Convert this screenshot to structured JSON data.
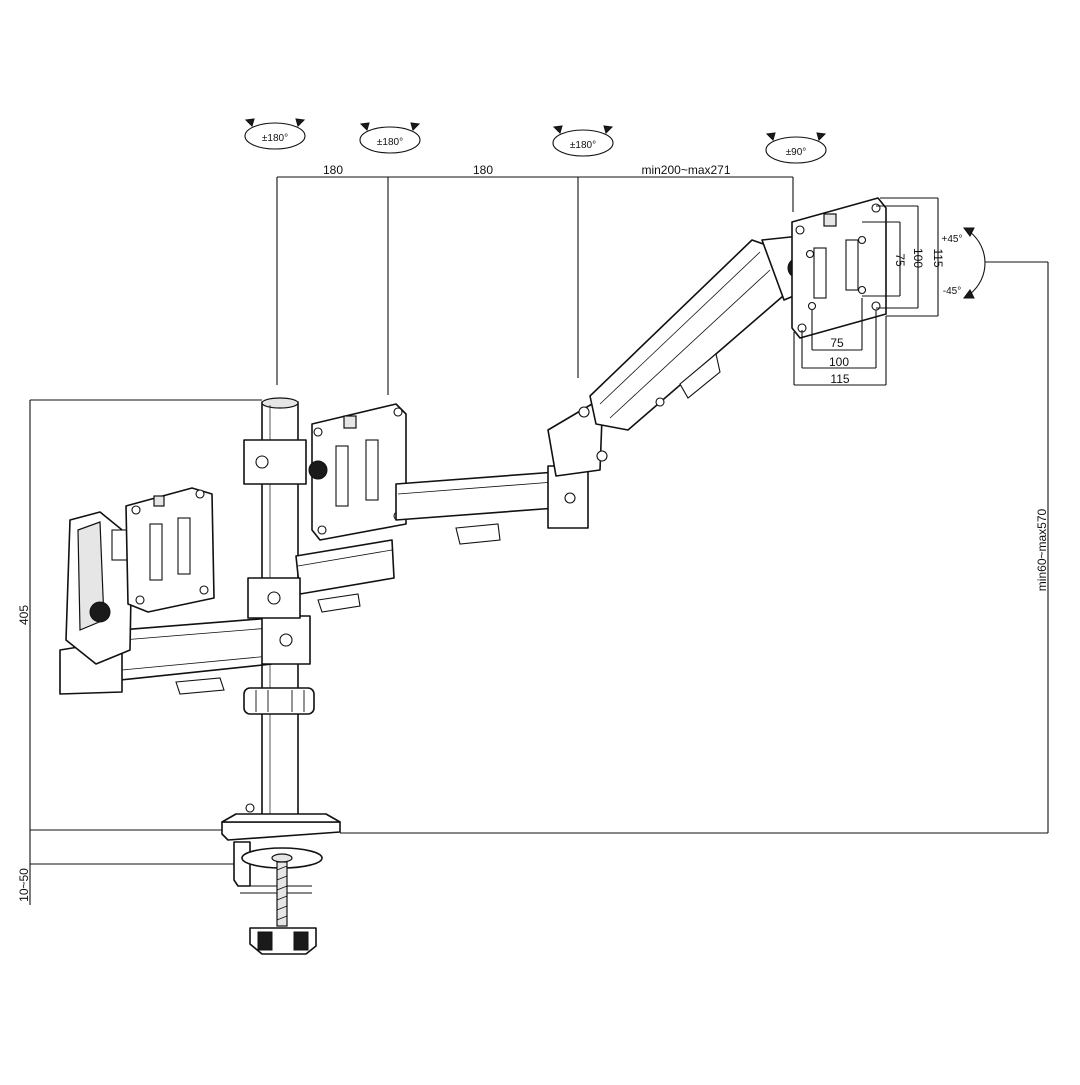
{
  "rotation_labels": {
    "pole": "±180°",
    "joint_1": "±180°",
    "joint_2": "±180°",
    "vesa_plate": "±90°",
    "tilt_up": "+45°",
    "tilt_down": "-45°"
  },
  "dimensions": {
    "arm_segment_1": "180",
    "arm_segment_2": "180",
    "arm_extension": "min200~max271",
    "pole_height": "405",
    "height_range": "min60~max570",
    "clamp_range": "10~50",
    "vesa_v_75": "75",
    "vesa_v_100": "100",
    "vesa_v_115": "115",
    "vesa_h_75": "75",
    "vesa_h_100": "100",
    "vesa_h_115": "115"
  }
}
